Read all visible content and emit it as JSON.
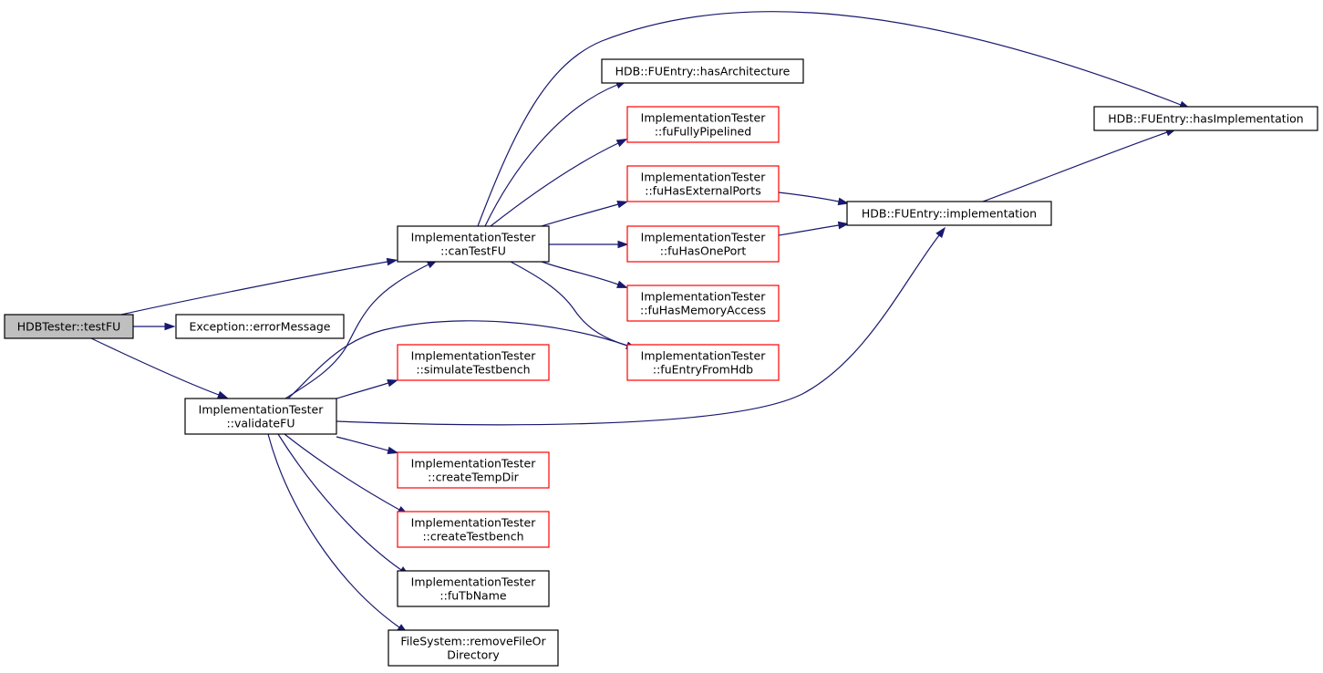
{
  "colors": {
    "background": "#ffffff",
    "edge": "#191970",
    "root_fill": "#bfbfbf",
    "node_border": "#000000",
    "incomplete_border": "#ff0000",
    "text": "#000000"
  },
  "nodes": [
    {
      "id": "testFU",
      "lines": [
        "HDBTester::testFU"
      ],
      "style": "root"
    },
    {
      "id": "canTestFU",
      "lines": [
        "ImplementationTester",
        "::canTestFU"
      ],
      "style": "normal"
    },
    {
      "id": "errorMessage",
      "lines": [
        "Exception::errorMessage"
      ],
      "style": "normal"
    },
    {
      "id": "validateFU",
      "lines": [
        "ImplementationTester",
        "::validateFU"
      ],
      "style": "normal"
    },
    {
      "id": "hasArchitecture",
      "lines": [
        "HDB::FUEntry::hasArchitecture"
      ],
      "style": "normal"
    },
    {
      "id": "fuFullyPipelined",
      "lines": [
        "ImplementationTester",
        "::fuFullyPipelined"
      ],
      "style": "incomplete"
    },
    {
      "id": "fuHasExternalPorts",
      "lines": [
        "ImplementationTester",
        "::fuHasExternalPorts"
      ],
      "style": "incomplete"
    },
    {
      "id": "fuHasOnePort",
      "lines": [
        "ImplementationTester",
        "::fuHasOnePort"
      ],
      "style": "incomplete"
    },
    {
      "id": "fuHasMemoryAccess",
      "lines": [
        "ImplementationTester",
        "::fuHasMemoryAccess"
      ],
      "style": "incomplete"
    },
    {
      "id": "fuEntryFromHdb",
      "lines": [
        "ImplementationTester",
        "::fuEntryFromHdb"
      ],
      "style": "incomplete"
    },
    {
      "id": "simulateTestbench",
      "lines": [
        "ImplementationTester",
        "::simulateTestbench"
      ],
      "style": "incomplete"
    },
    {
      "id": "createTempDir",
      "lines": [
        "ImplementationTester",
        "::createTempDir"
      ],
      "style": "incomplete"
    },
    {
      "id": "createTestbench",
      "lines": [
        "ImplementationTester",
        "::createTestbench"
      ],
      "style": "incomplete"
    },
    {
      "id": "fuTbName",
      "lines": [
        "ImplementationTester",
        "::fuTbName"
      ],
      "style": "normal"
    },
    {
      "id": "removeFileOrDirectory",
      "lines": [
        "FileSystem::removeFileOr",
        "Directory"
      ],
      "style": "normal"
    },
    {
      "id": "implementation",
      "lines": [
        "HDB::FUEntry::implementation"
      ],
      "style": "normal"
    },
    {
      "id": "hasImplementation",
      "lines": [
        "HDB::FUEntry::hasImplementation"
      ],
      "style": "normal"
    }
  ],
  "edges": [
    {
      "from": "testFU",
      "to": "canTestFU"
    },
    {
      "from": "testFU",
      "to": "errorMessage"
    },
    {
      "from": "testFU",
      "to": "validateFU"
    },
    {
      "from": "canTestFU",
      "to": "hasArchitecture"
    },
    {
      "from": "canTestFU",
      "to": "hasImplementation"
    },
    {
      "from": "canTestFU",
      "to": "fuFullyPipelined"
    },
    {
      "from": "canTestFU",
      "to": "fuHasExternalPorts"
    },
    {
      "from": "canTestFU",
      "to": "fuHasOnePort"
    },
    {
      "from": "canTestFU",
      "to": "fuHasMemoryAccess"
    },
    {
      "from": "canTestFU",
      "to": "fuEntryFromHdb"
    },
    {
      "from": "fuHasExternalPorts",
      "to": "implementation"
    },
    {
      "from": "fuHasOnePort",
      "to": "implementation"
    },
    {
      "from": "implementation",
      "to": "hasImplementation"
    },
    {
      "from": "validateFU",
      "to": "canTestFU"
    },
    {
      "from": "validateFU",
      "to": "fuEntryFromHdb"
    },
    {
      "from": "validateFU",
      "to": "simulateTestbench"
    },
    {
      "from": "validateFU",
      "to": "implementation"
    },
    {
      "from": "validateFU",
      "to": "createTempDir"
    },
    {
      "from": "validateFU",
      "to": "createTestbench"
    },
    {
      "from": "validateFU",
      "to": "fuTbName"
    },
    {
      "from": "validateFU",
      "to": "removeFileOrDirectory"
    }
  ]
}
